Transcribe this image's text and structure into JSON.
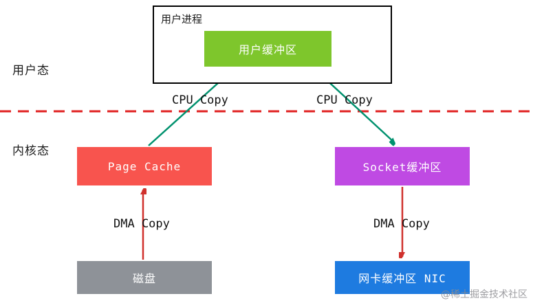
{
  "zones": {
    "user_mode_label": "用户态",
    "kernel_mode_label": "内核态"
  },
  "user_process": {
    "title": "用户进程",
    "buffer_label": "用户缓冲区"
  },
  "kernel": {
    "page_cache_label": "Page Cache",
    "socket_buffer_label": "Socket缓冲区"
  },
  "hardware": {
    "disk_label": "磁盘",
    "nic_label": "网卡缓冲区 NIC"
  },
  "arrows": {
    "cpu_copy_left_label": "CPU Copy",
    "cpu_copy_right_label": "CPU Copy",
    "dma_copy_left_label": "DMA Copy",
    "dma_copy_right_label": "DMA Copy"
  },
  "watermark": "@稀土掘金技术社区",
  "colors": {
    "user_buffer": "#7ec62c",
    "page_cache": "#f8544e",
    "socket_buffer": "#bf4ae3",
    "disk": "#8e9298",
    "nic_buffer": "#1e7be0",
    "cpu_arrow": "#00916e",
    "dma_arrow": "#d0312d",
    "divider": "#e01f1f"
  }
}
